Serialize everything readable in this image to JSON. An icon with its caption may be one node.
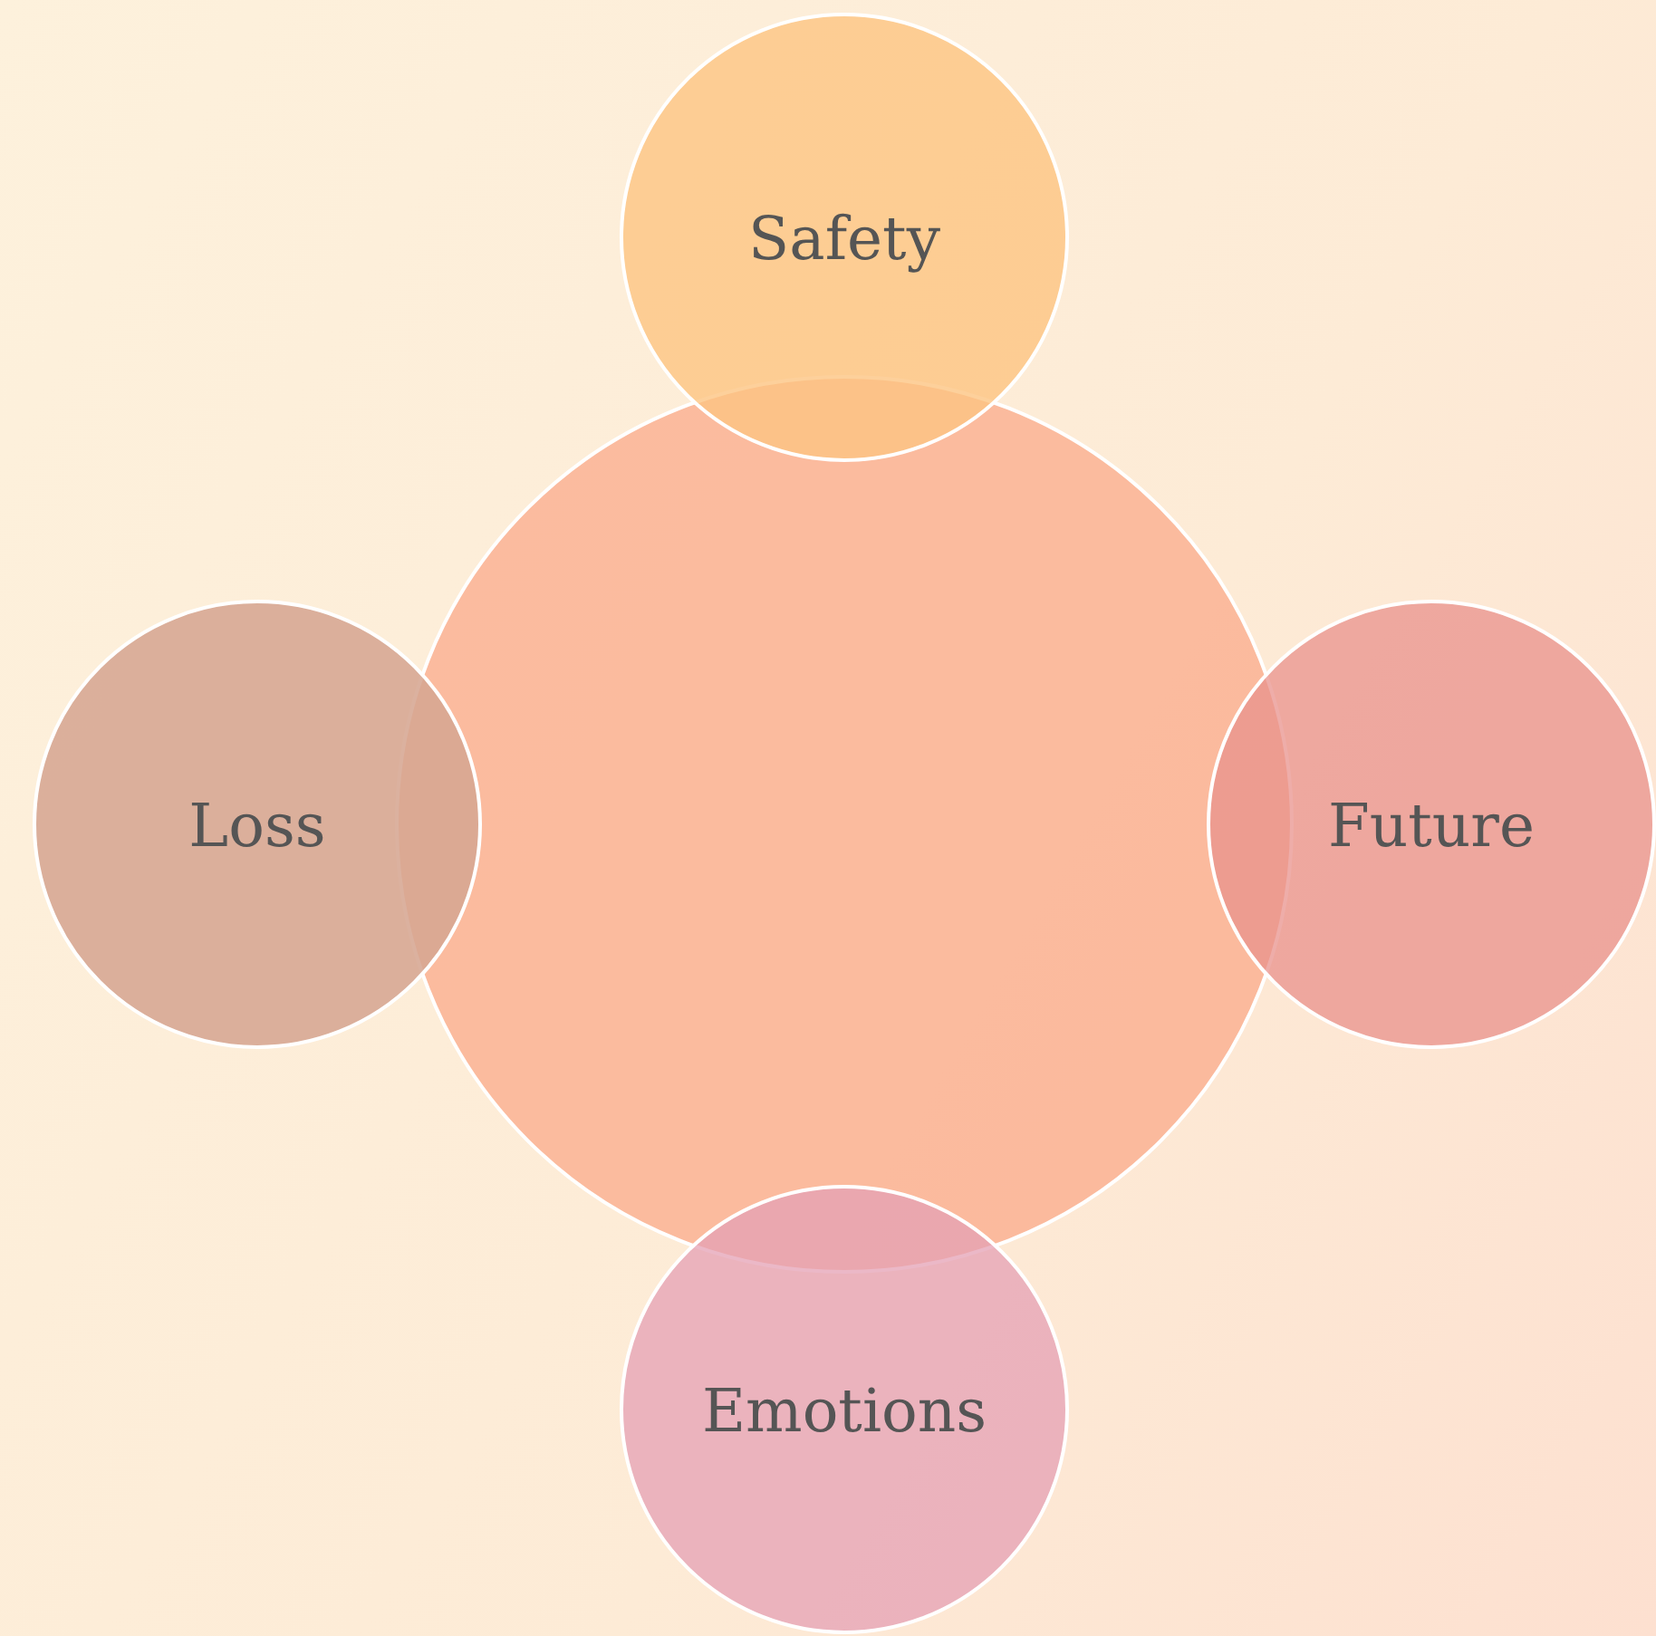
{
  "diagram": {
    "nodes": [
      {
        "text": [
          "Safety"
        ]
      },
      {
        "text": [
          "Loss"
        ]
      },
      {
        "text": [],
        "shape": "circle"
      },
      {
        "text": [
          "Future"
        ]
      },
      {
        "text": [
          "Emotions"
        ]
      }
    ]
  }
}
